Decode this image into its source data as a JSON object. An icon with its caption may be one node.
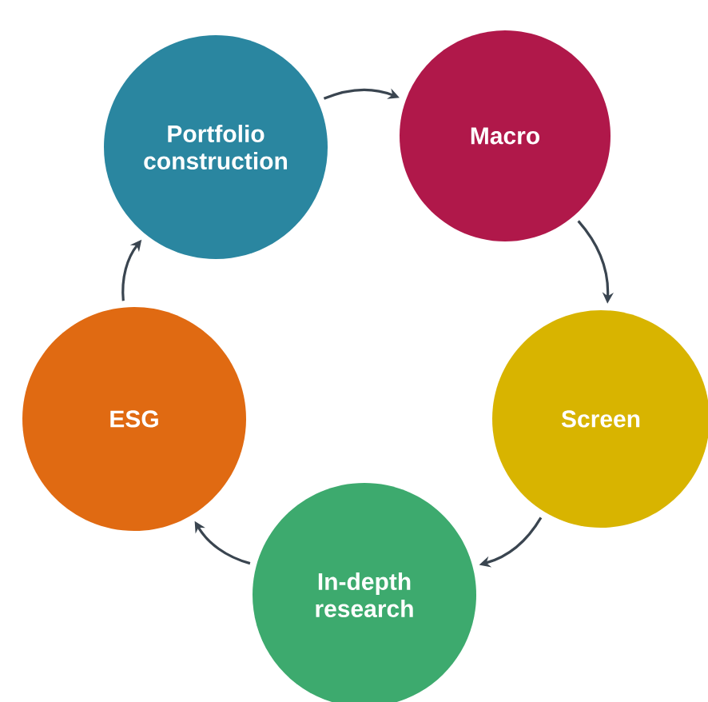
{
  "diagram": {
    "nodes": [
      {
        "text": [
          "Portfolio construction"
        ]
      },
      {
        "text": [
          "Macro"
        ]
      },
      {
        "text": [
          "Screen"
        ]
      },
      {
        "text": [
          "In-depth research"
        ]
      },
      {
        "text": [
          "ESG"
        ]
      }
    ],
    "edges": [
      {
        "from": 0,
        "to": 1,
        "arrow": "to"
      },
      {
        "from": 1,
        "to": 2,
        "arrow": "to"
      },
      {
        "from": 2,
        "to": 3,
        "arrow": "to"
      },
      {
        "from": 3,
        "to": 4,
        "arrow": "to"
      },
      {
        "from": 4,
        "to": 0,
        "arrow": "to"
      }
    ]
  }
}
